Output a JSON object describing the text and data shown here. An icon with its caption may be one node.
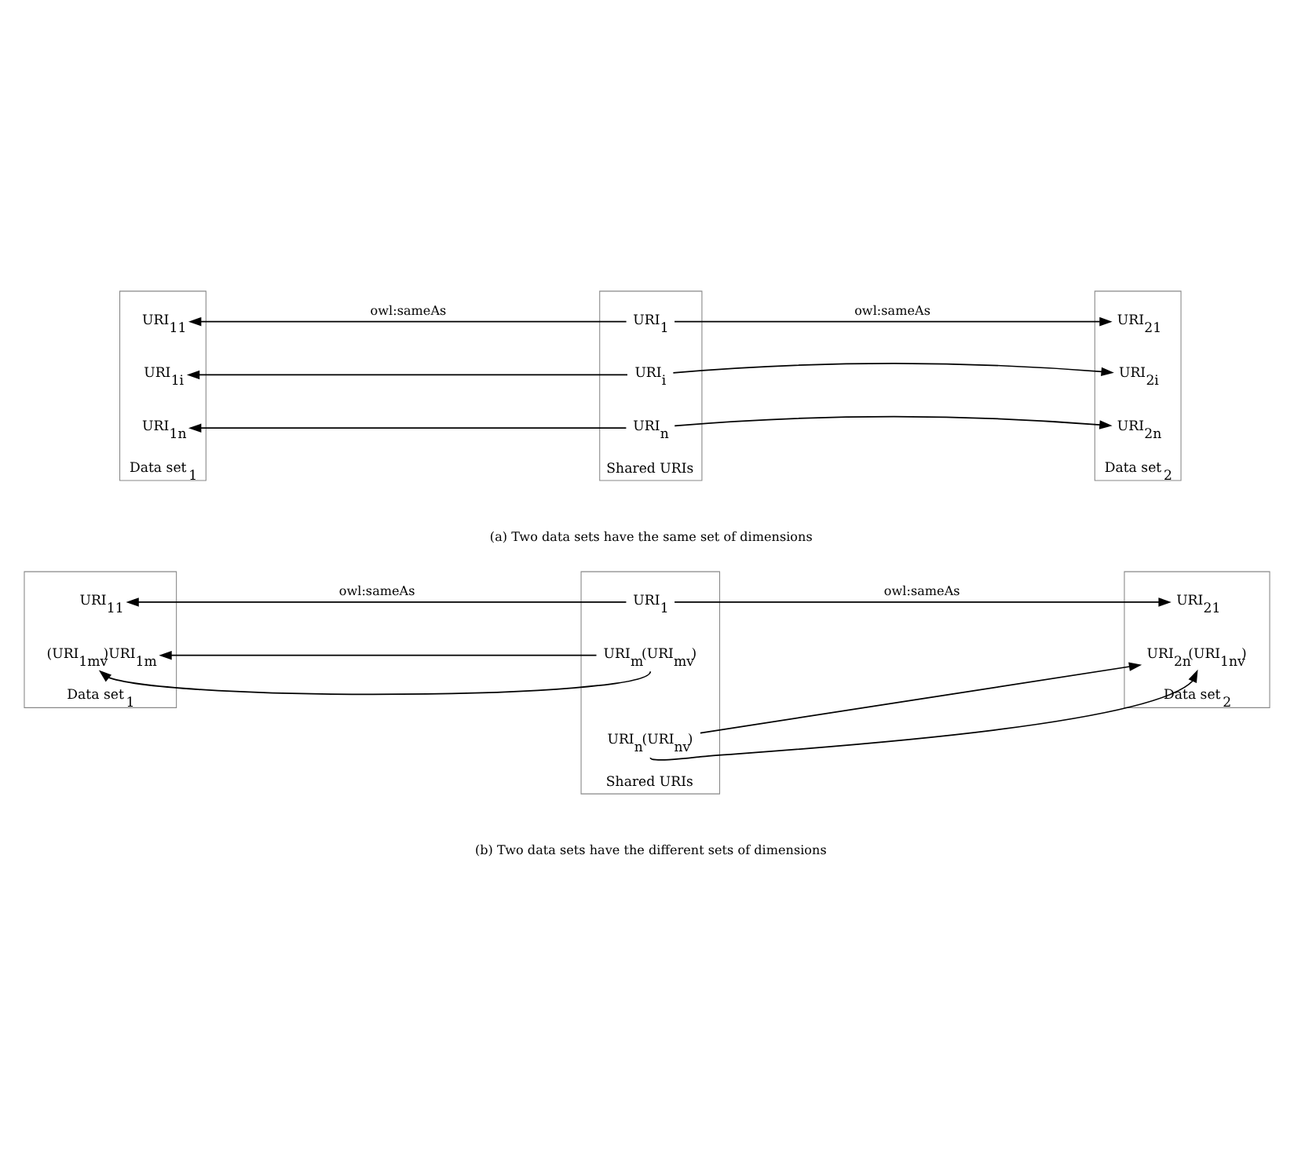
{
  "diagram": {
    "nodes": [
      {
        "text": [
          "Data set$_{1}$"
        ]
      },
      {
        "text": [
          "URI$_{11}$"
        ],
        "in": 0
      },
      {
        "text": [
          "URI$_{1i}$"
        ],
        "in": 0
      },
      {
        "text": [
          "URI$_{1n}$"
        ],
        "in": 0
      },
      {
        "text": [
          "Shared URIs"
        ]
      },
      {
        "text": [
          "URI$_{1}$"
        ],
        "in": 4
      },
      {
        "text": [
          "URI$_{i}$"
        ],
        "in": 4
      },
      {
        "text": [
          "URI$_{n}$"
        ],
        "in": 4
      },
      {
        "text": [
          "Data set$_{2}$"
        ]
      },
      {
        "text": [
          "URI$_{21}$"
        ],
        "in": 8
      },
      {
        "text": [
          "URI$_{2i}$"
        ],
        "in": 8
      },
      {
        "text": [
          "URI$_{2n}$"
        ],
        "in": 8
      },
      {
        "text": [
          "Data set$_{1}$"
        ]
      },
      {
        "text": [
          "URI$_{11}$"
        ],
        "in": 12
      },
      {
        "text": [
          "(URI$_{1mv}$)URI$_{1m}$"
        ],
        "in": 12
      },
      {
        "text": [
          "Shared URIs"
        ]
      },
      {
        "text": [
          "URI$_{1}$"
        ],
        "in": 15
      },
      {
        "text": [
          "URI$_{m}$(URI$_{mv}$)"
        ],
        "in": 15
      },
      {
        "text": [
          "URI$_{n}$(URI$_{nv}$)"
        ],
        "in": 15
      },
      {
        "text": [
          "Data set$_{2}$"
        ]
      },
      {
        "text": [
          "URI$_{21}$"
        ],
        "in": 19
      },
      {
        "text": [
          "URI$_{2n}$(URI$_{1nv}$)"
        ],
        "in": 19
      }
    ],
    "edges": [
      {
        "from": 5,
        "to": 1,
        "arrow": "to",
        "label": "owl:sameAs"
      },
      {
        "from": 6,
        "to": 2,
        "arrow": "to"
      },
      {
        "from": 7,
        "to": 3,
        "arrow": "to"
      },
      {
        "from": 5,
        "to": 9,
        "arrow": "to",
        "label": "owl:sameAs"
      },
      {
        "from": 6,
        "to": 10,
        "arrow": "to"
      },
      {
        "from": 7,
        "to": 11,
        "arrow": "to"
      },
      {
        "from": 16,
        "to": 13,
        "arrow": "to",
        "label": "owl:sameAs"
      },
      {
        "from": 17,
        "to": 14,
        "arrow": "to"
      },
      {
        "from": 17,
        "to": 14,
        "arrow": "to"
      },
      {
        "from": 16,
        "to": 20,
        "arrow": "to",
        "label": "owl:sameAs"
      },
      {
        "from": 18,
        "to": 21,
        "arrow": "to"
      },
      {
        "from": 18,
        "to": 21,
        "arrow": "to"
      }
    ],
    "labels": [
      "(a) Two data sets have the same set of dimensions",
      "(b) Two data sets have the different sets of dimensions"
    ]
  }
}
